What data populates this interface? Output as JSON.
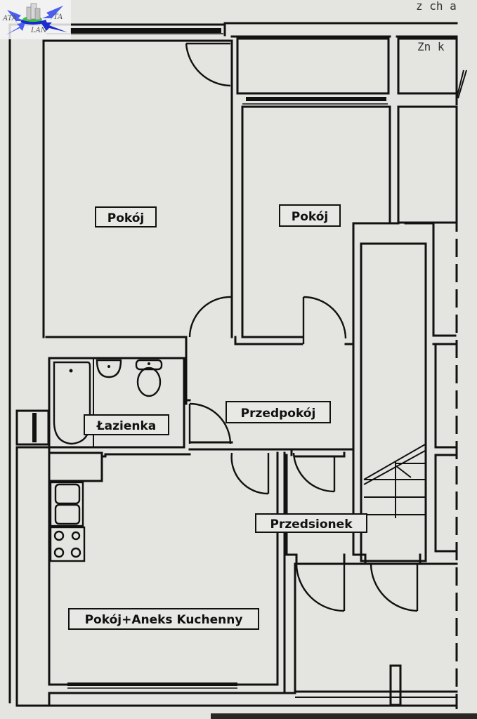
{
  "logo": {
    "text_left": "ATA",
    "text_right": "TA",
    "text_bottom": "LAN",
    "colors": {
      "arrows": "#4a5ef0",
      "arrows_dark": "#1a2ad0",
      "base": "#37c837",
      "building": "#c8c8c8"
    }
  },
  "plan": {
    "rooms": [
      {
        "id": "room-1",
        "label": "Pokój"
      },
      {
        "id": "room-2",
        "label": "Pokój"
      },
      {
        "id": "bathroom",
        "label": "Łazienka"
      },
      {
        "id": "hallway",
        "label": "Przedpokój"
      },
      {
        "id": "vestibule",
        "label": "Przedsionek"
      },
      {
        "id": "kitchen-room",
        "label": "Pokój+Aneks Kuchenny"
      }
    ],
    "fragment_texts": [
      "z ch a",
      "Zn k"
    ],
    "colors": {
      "paper": "#e4e4e0",
      "ink": "#111111"
    }
  }
}
